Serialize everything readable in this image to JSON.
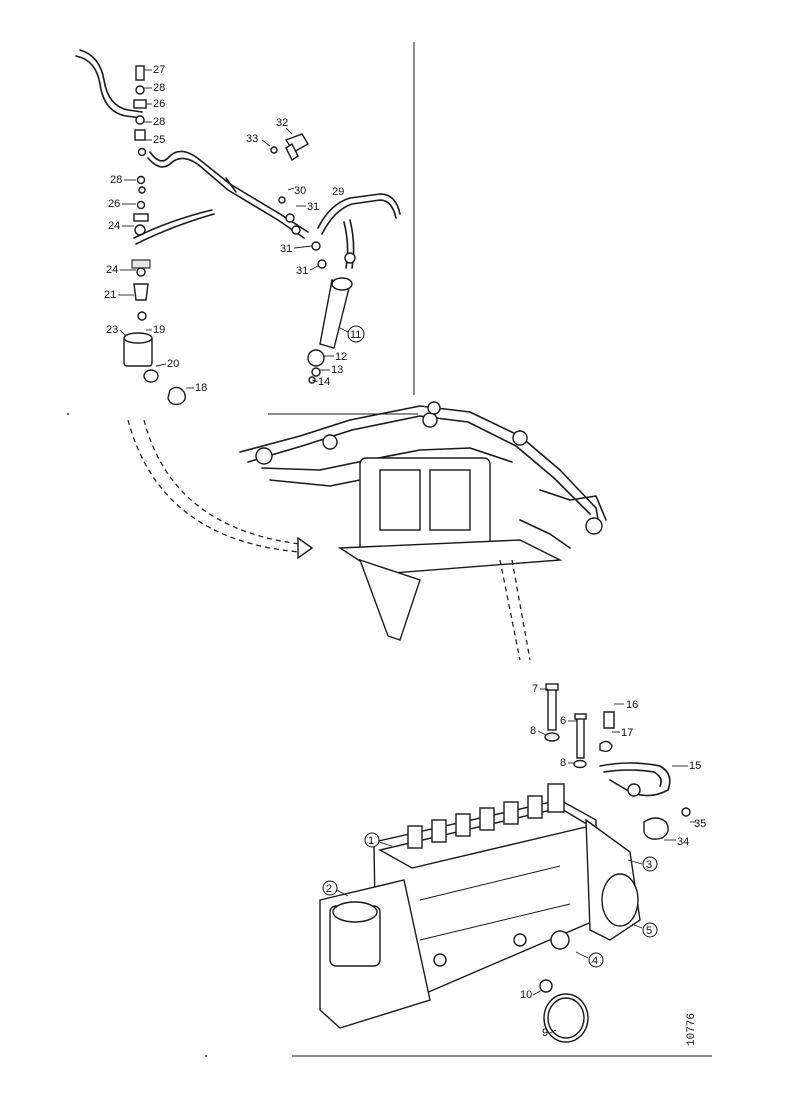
{
  "figure": {
    "reference_code": "10776",
    "colors": {
      "line": "#1a1a1a",
      "background": "#ffffff"
    }
  },
  "upper_callouts": [
    "27",
    "28",
    "26",
    "28",
    "25",
    "28",
    "26",
    "24",
    "24",
    "21",
    "23",
    "19",
    "20",
    "18",
    "32",
    "33",
    "30",
    "29",
    "31",
    "31",
    "31",
    "11",
    "12",
    "13",
    "14"
  ],
  "lower_callouts": [
    "7",
    "8",
    "6",
    "8",
    "16",
    "17",
    "15",
    "35",
    "34",
    "1",
    "2",
    "3",
    "4",
    "5",
    "10",
    "9"
  ],
  "icons": {
    "transfer_arrow": "curved-dashed-arrow-icon"
  }
}
